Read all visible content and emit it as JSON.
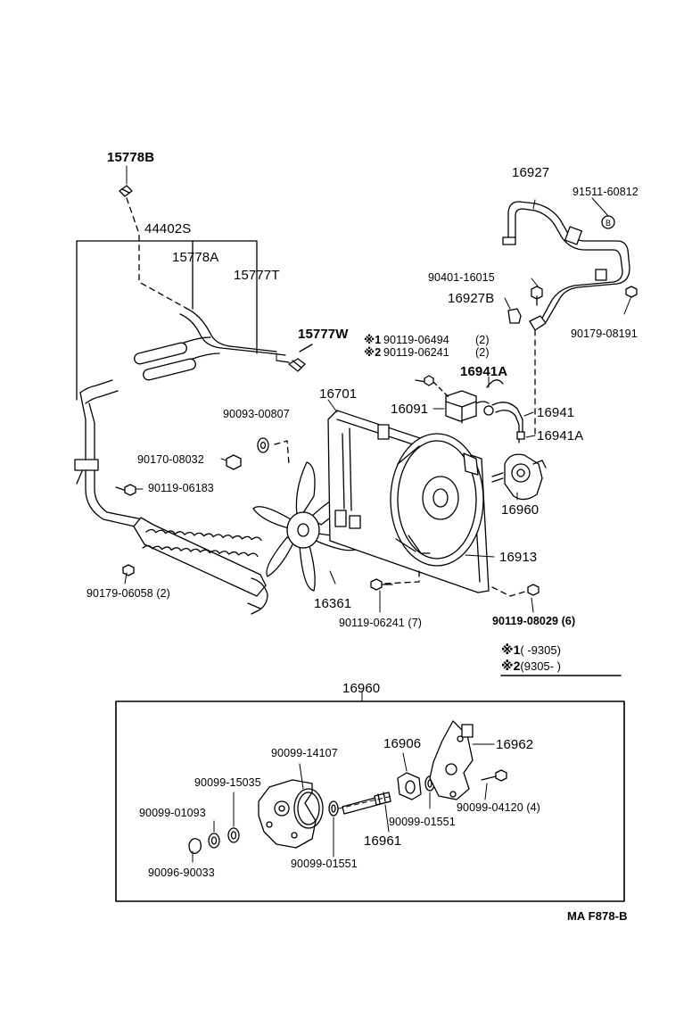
{
  "labels": {
    "p15778B": "15778B",
    "p44402S": "44402S",
    "p15778A": "15778A",
    "p15777T": "15777T",
    "p15777W": "15777W",
    "p16927": "16927",
    "p91511_60812": "91511-60812",
    "p90401_16015": "90401-16015",
    "p16927B": "16927B",
    "p90179_08191": "90179-08191",
    "p90119_06494": "90119-06494",
    "p90119_06494_qty": "(2)",
    "p90119_06241a": "90119-06241",
    "p90119_06241a_qty": "(2)",
    "note1_mark": "※1",
    "note2_mark": "※2",
    "p16941A_top": "16941A",
    "p16701": "16701",
    "p16091": "16091",
    "p16941": "16941",
    "p16941A_bottom": "16941A",
    "p90093_00807": "90093-00807",
    "p90170_08032": "90170-08032",
    "p90119_06183": "90119-06183",
    "p16960_side": "16960",
    "p16913": "16913",
    "p90179_06058": "90179-06058 (2)",
    "p16361": "16361",
    "p90119_06241b": "90119-06241  (7)",
    "p90119_08029": "90119-08029 (6)",
    "p16960_box": "16960",
    "p90099_14107": "90099-14107",
    "p16906": "16906",
    "p16962": "16962",
    "p90099_15035": "90099-15035",
    "p90099_01093": "90099-01093",
    "p90099_01551a": "90099-01551",
    "p90099_04120": "90099-04120 (4)",
    "p16961": "16961",
    "p90099_01551b": "90099-01551",
    "p90096_90033": "90096-90033"
  },
  "legend": {
    "row1_mark": "※1",
    "row1_range": "(        -9305)",
    "row2_mark": "※2",
    "row2_range": "(9305-        )"
  },
  "figure_code": "MA F878-B"
}
